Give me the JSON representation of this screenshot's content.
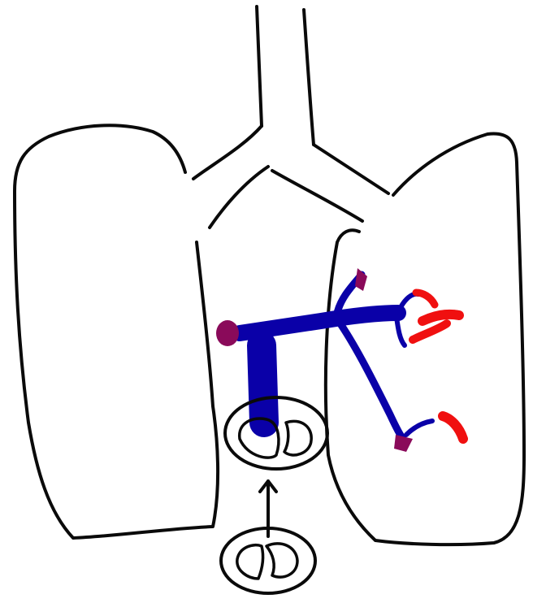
{
  "diagram": {
    "background_color": "#ffffff",
    "outline_color": "#0a0a0a",
    "colors": {
      "deoxygenated_vessel": "#0a00a8",
      "oxygenated_vessel": "#f01010",
      "vessel_ends": "#8a0a5a"
    },
    "components": [
      "trachea",
      "bronchi",
      "left-lung",
      "right-lung",
      "heart-upper",
      "heart-lower",
      "pulmonary-trunk",
      "pulmonary-artery-branches",
      "oxygenated-capillaries",
      "flow-arrow"
    ]
  }
}
